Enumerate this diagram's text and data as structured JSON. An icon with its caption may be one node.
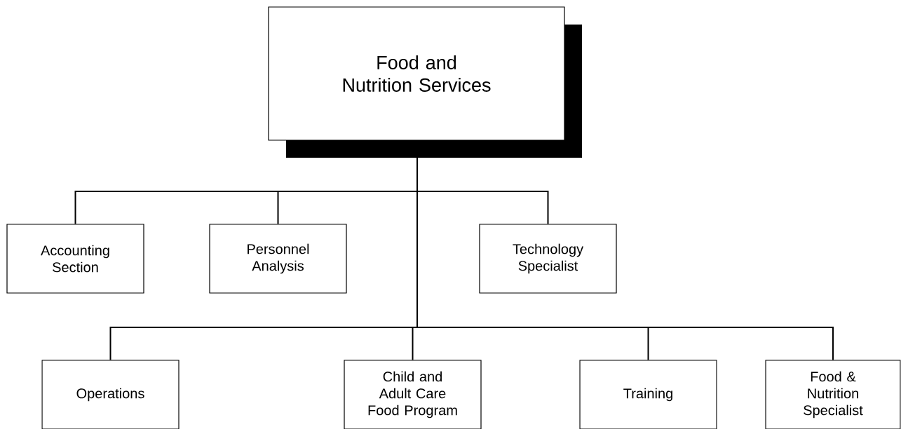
{
  "diagram": {
    "nodes": [
      {
        "text": [
          "Food and Nutrition Services"
        ]
      },
      {
        "text": [
          "Accounting Section"
        ]
      },
      {
        "text": [
          "Personnel Analysis"
        ]
      },
      {
        "text": [
          "Technology Specialist"
        ]
      },
      {
        "text": [
          "Operations"
        ]
      },
      {
        "text": [
          "Child and Adult Care Food Program"
        ]
      },
      {
        "text": [
          "Training"
        ]
      },
      {
        "text": [
          "Food & Nutrition Specialist"
        ]
      }
    ],
    "edges": [
      {
        "from": 0,
        "to": 1,
        "arrow": "none"
      },
      {
        "from": 0,
        "to": 2,
        "arrow": "none"
      },
      {
        "from": 0,
        "to": 3,
        "arrow": "none"
      },
      {
        "from": 0,
        "to": 4,
        "arrow": "none"
      },
      {
        "from": 0,
        "to": 5,
        "arrow": "none"
      },
      {
        "from": 0,
        "to": 6,
        "arrow": "none"
      },
      {
        "from": 0,
        "to": 7,
        "arrow": "none"
      }
    ]
  }
}
